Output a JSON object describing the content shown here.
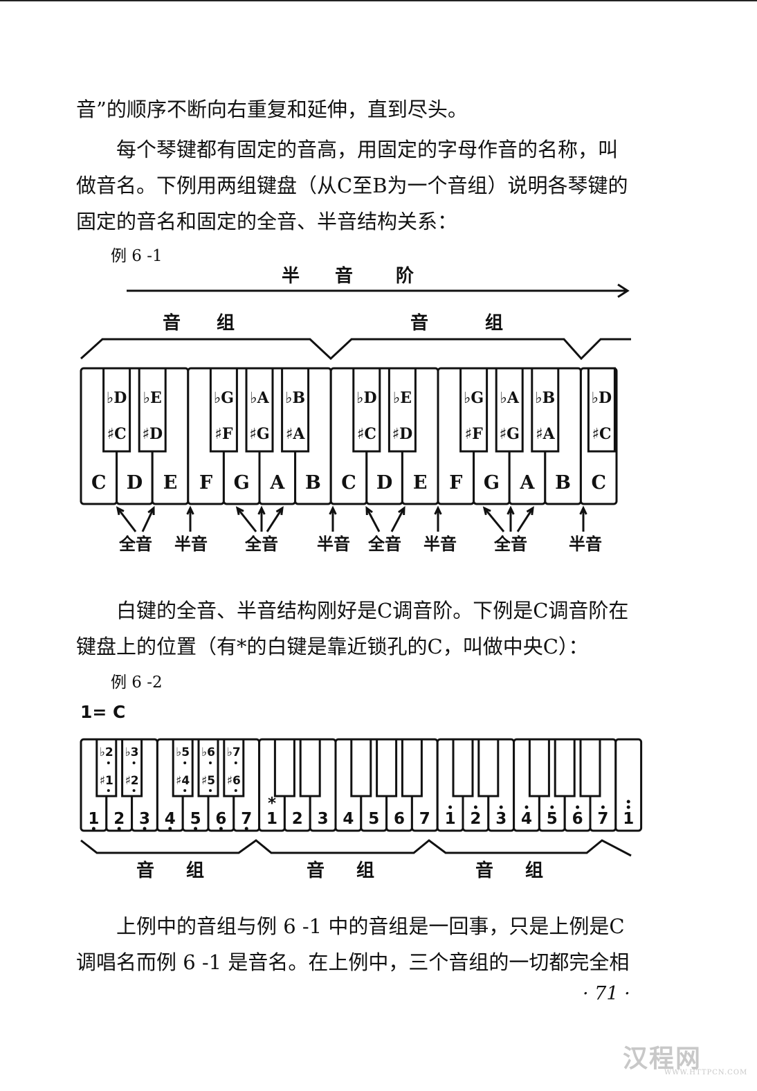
{
  "page": {
    "para1": "音”的顺序不断向右重复和延伸，直到尽头。",
    "para2": "　　每个琴键都有固定的音高，用固定的字母作音的名称，叫做音名。下例用两组键盘（从C至B为一个音组）说明各琴键的固定的音名和固定的全音、半音结构关系：",
    "example1_label": "例 6 -1",
    "para3": "　　白键的全音、半音结构刚好是C调音阶。下例是C调音阶在键盘上的位置（有*的白键是靠近锁孔的C，叫做中央C）：",
    "example2_label": "例 6 -2",
    "doh_label": "1= C",
    "para4": "　　上例中的音组与例 6 -1 中的音组是一回事，只是上例是C调唱名而例 6 -1 是音名。在上例中，三个音组的一切都完全相",
    "page_number": "· 71 ·",
    "watermark": "汉程网",
    "watermark_url": "WWW.HTTPCN.COM"
  },
  "diagram1": {
    "scale_label": [
      "半",
      "音",
      "阶"
    ],
    "group_labels": [
      [
        "音",
        "组"
      ],
      [
        "音",
        "组"
      ]
    ],
    "white_keys": [
      "C",
      "D",
      "E",
      "F",
      "G",
      "A",
      "B",
      "C",
      "D",
      "E",
      "F",
      "G",
      "A",
      "B",
      "C"
    ],
    "black_keys": [
      {
        "flat": "♭D",
        "sharp": "♯C"
      },
      {
        "flat": "♭E",
        "sharp": "♯D"
      },
      {
        "flat": "♭G",
        "sharp": "♯F"
      },
      {
        "flat": "♭A",
        "sharp": "♯G"
      },
      {
        "flat": "♭B",
        "sharp": "♯A"
      },
      {
        "flat": "♭D",
        "sharp": "♯C"
      },
      {
        "flat": "♭E",
        "sharp": "♯D"
      },
      {
        "flat": "♭G",
        "sharp": "♯F"
      },
      {
        "flat": "♭A",
        "sharp": "♯G"
      },
      {
        "flat": "♭B",
        "sharp": "♯A"
      },
      {
        "flat": "♭D",
        "sharp": "♯C"
      }
    ],
    "interval_labels": [
      "全音",
      "半音",
      "全音",
      "半音",
      "全音",
      "半音",
      "全音",
      "半音"
    ]
  },
  "diagram2": {
    "white_keys": [
      "1",
      "2",
      "3",
      "4",
      "5",
      "6",
      "7",
      "1",
      "2",
      "3",
      "4",
      "5",
      "6",
      "7",
      "1",
      "2",
      "3",
      "4",
      "5",
      "6",
      "7",
      "1"
    ],
    "middle_c_mark": "*",
    "black_keys": [
      {
        "flat": "♭2",
        "sharp": "♯1"
      },
      {
        "flat": "♭3",
        "sharp": "♯2"
      },
      {
        "flat": "♭5",
        "sharp": "♯4"
      },
      {
        "flat": "♭6",
        "sharp": "♯5"
      },
      {
        "flat": "♭7",
        "sharp": "♯6"
      }
    ],
    "group_labels": [
      [
        "音",
        "组"
      ],
      [
        "音",
        "组"
      ],
      [
        "音",
        "组"
      ]
    ]
  }
}
